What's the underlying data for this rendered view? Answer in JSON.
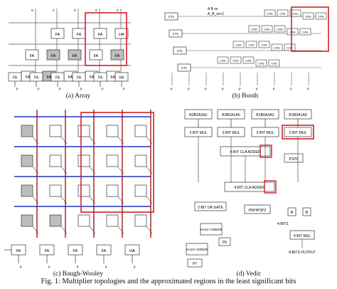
{
  "figure_caption": "Fig. 1: Multiplier topologies and the approximated regions in the least significant bits",
  "panels": {
    "array": {
      "caption": "(a) Array",
      "cell_fa": "FA",
      "cell_ha": "HA"
    },
    "booth": {
      "caption": "(b) Booth",
      "cell_cas": "CAS",
      "cell_ctl": "CTL",
      "header_lines": [
        "A  B  sn",
        "A_B_sn+1"
      ]
    },
    "baugh": {
      "caption": "(c) Baugh-Wooley",
      "cell_fa": "FA",
      "cell_ha": "HA"
    },
    "vedic": {
      "caption": "(d) Vedic",
      "inputs": [
        "B3B2A3A2",
        "B3B2A1A0",
        "B1B0A3A2",
        "B1B0A1A0"
      ],
      "mul_label": "2-BIT MUL",
      "cla_label": "4-BIT CLA ADDER",
      "or_gate": "2-BIT OR GATE",
      "half_adder": "HALF ADDER",
      "p1p0": "P1P0",
      "p5p4p3p2": "P5P4P3P2",
      "p6": "P6",
      "p7": "P7",
      "legend_a": "A",
      "legend_b": "B",
      "legend_bits": "4-BITS",
      "legend_mul": "4-BIT MUL",
      "legend_out": "8-BITS OUTPUT"
    }
  },
  "colors": {
    "highlight": "#d42027",
    "wire_blue": "#2030c0",
    "wire_red": "#a01818",
    "cell_gray": "#bdbdbd"
  }
}
